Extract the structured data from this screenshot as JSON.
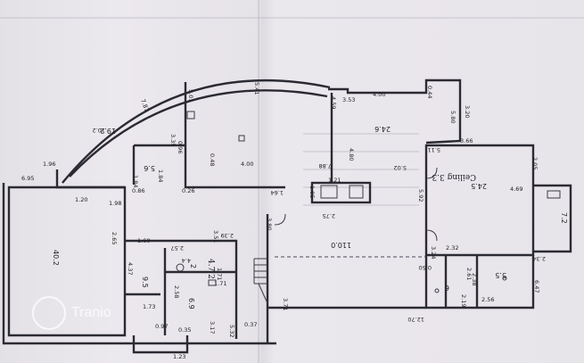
{
  "plan": {
    "dimensions": [
      "6.95",
      "1.96",
      "7.87",
      "10.2",
      "3.35",
      "1.84",
      "1.84",
      "5.01",
      "5.41",
      "4.59",
      "3.53",
      "4.00",
      "0.44",
      "3.20",
      "5.80",
      "3.66",
      "5.11",
      "5.02",
      "5.92",
      "2.05",
      "4.69",
      "7.88",
      "4.80",
      "1.05",
      "1.21",
      "2.75",
      "0.96",
      "4.00",
      "1.64",
      "0.48",
      "1.98",
      "2.65",
      "3.51",
      "2.39",
      "3.80",
      "1.60",
      "4.37",
      "2.57",
      "4.4",
      "1.71",
      "2.58",
      "1.71",
      "1.73",
      "3.17",
      "3.71",
      "5.32",
      "0.97",
      "0.35",
      "1.23",
      "3.24",
      "2.32",
      "2.61",
      "0.50",
      "2.38",
      "2.19",
      "2.56",
      "6.47",
      "2.34",
      "12.70",
      "0.37",
      "1.20",
      "0.86",
      "0.26"
    ],
    "rooms": [
      {
        "area": "40.2"
      },
      {
        "area": "19.2"
      },
      {
        "area": "5.6"
      },
      {
        "area": "24.6"
      },
      {
        "area": "24.5"
      },
      {
        "area": "110.0"
      },
      {
        "area": "7.2"
      },
      {
        "area": "9.5"
      },
      {
        "area": "6.9"
      },
      {
        "area": "2"
      },
      {
        "area": "6"
      },
      {
        "area": "5.5"
      }
    ],
    "notes": {
      "ceiling": "Ceiling 3.3",
      "note_2": "4.7 2"
    }
  },
  "watermark": {
    "text": "Tranio"
  }
}
